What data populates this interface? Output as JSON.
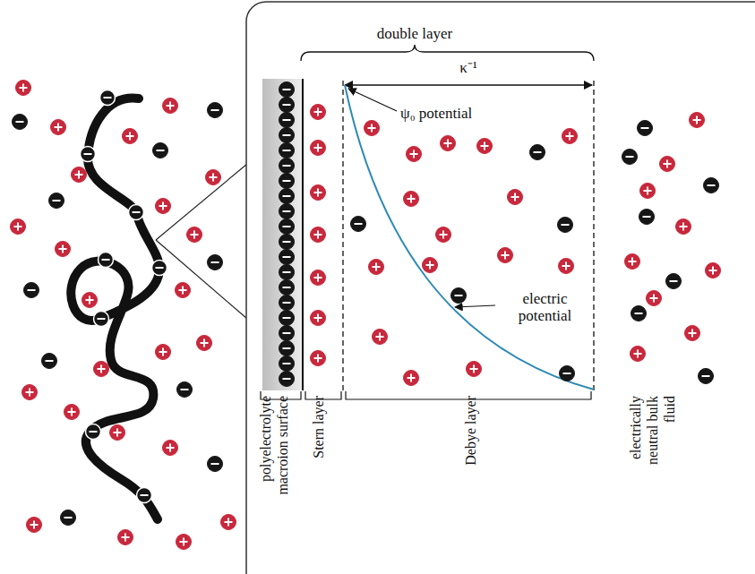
{
  "diagram": {
    "labels": [
      "double layer",
      "κ⁻¹",
      "ψ₀ potential",
      "electric potential",
      "polyelectrolyte macroion surface",
      "Stern layer",
      "Debye layer",
      "electrically neutral bulk fluid"
    ]
  }
}
